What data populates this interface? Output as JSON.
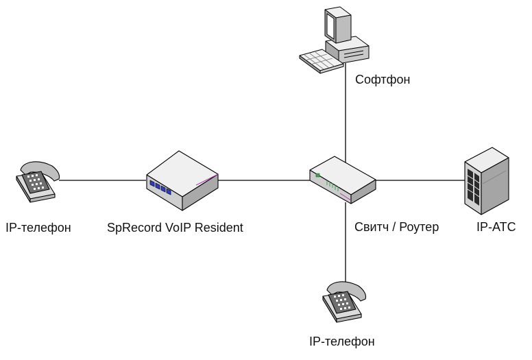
{
  "labels": {
    "softphone": "Софтфон",
    "ip_phone_left": "IP-телефон",
    "recorder": "SpRecord VoIP Resident",
    "switch_router": "Свитч / Роутер",
    "ip_pbx": "IP-АТС",
    "ip_phone_bottom": "IP-телефон"
  }
}
